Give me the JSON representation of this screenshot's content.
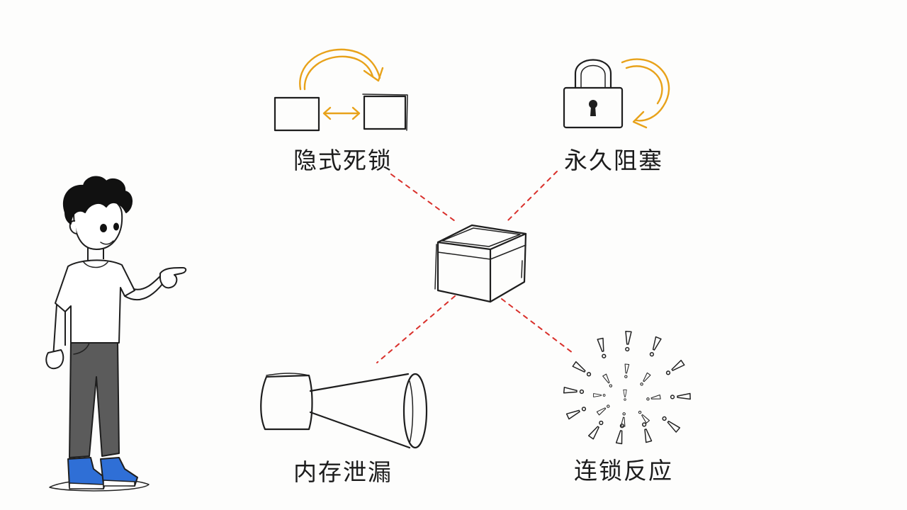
{
  "diagram": {
    "hub": {
      "icon": "box-icon"
    },
    "nodes": [
      {
        "id": "implicit-deadlock",
        "label": "隐式死锁",
        "icon": "two-boxes-swap-icon"
      },
      {
        "id": "permanent-block",
        "label": "永久阻塞",
        "icon": "padlock-cycle-icon"
      },
      {
        "id": "memory-leak",
        "label": "内存泄漏",
        "icon": "funnel-pipe-icon"
      },
      {
        "id": "chain-reaction",
        "label": "连锁反应",
        "icon": "exclamation-burst-icon"
      }
    ]
  },
  "presenter": {
    "icon": "pointing-person-icon"
  },
  "colors": {
    "accent": "#e8a21a",
    "connector": "#d9302b",
    "ink": "#1e1e1e",
    "shirt": "#ffffff",
    "pants": "#5b5b5b",
    "shoes": "#2f6fd6"
  }
}
